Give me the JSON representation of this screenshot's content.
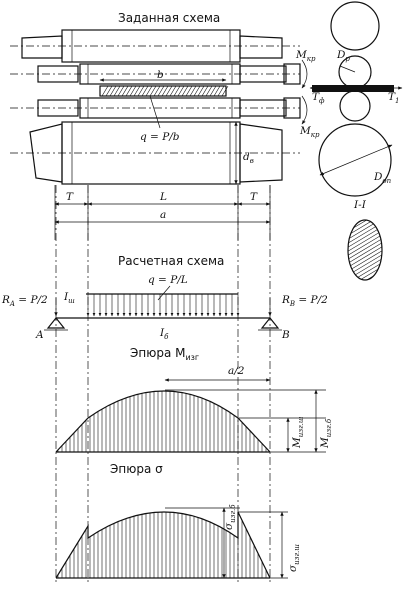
{
  "titles": {
    "given_scheme": "Заданная схема",
    "calc_scheme": "Расчетная схема",
    "moment_diagram": "Эпюра M",
    "moment_diagram_sub": "изг",
    "stress_diagram": "Эпюра σ"
  },
  "labels": {
    "b": "b",
    "q_given": "q = P/b",
    "d_b": "d",
    "d_b_sub": "в",
    "M_kr_top": "M",
    "M_kr_top_sub": "кр",
    "M_kr_bot": "M",
    "M_kr_bot_sub": "кр",
    "D_p": "D",
    "D_p_sub": "р",
    "T_f": "T",
    "T_f_sub": "ф",
    "T_1": "T",
    "T_1_sub": "1",
    "D_op": "D",
    "D_op_sub": "оп",
    "section": "I-I",
    "dim_T_left": "T",
    "dim_L": "L",
    "dim_T_right": "T",
    "dim_a": "a",
    "q_calc": "q = P/L",
    "R_A": "R",
    "R_A_sub": "A",
    "R_A_val": " = P/2",
    "R_B": "R",
    "R_B_sub": "B",
    "R_B_val": " = P/2",
    "I_sh": "I",
    "I_sh_sub": "ш",
    "I_b": "I",
    "I_b_sub": "б",
    "A": "A",
    "B": "B",
    "a_half": "a/2",
    "M_sh": "M",
    "M_sh_sub": "изг.ш",
    "M_b": "M",
    "M_b_sub": "изг.б",
    "sigma_b": "σ",
    "sigma_b_sub": "изг.б",
    "sigma_sh": "σ",
    "sigma_sh_sub": "изг.ш"
  }
}
